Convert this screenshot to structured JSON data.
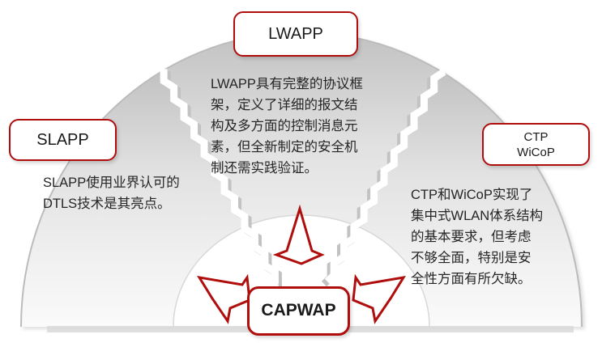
{
  "diagram": {
    "accent_color": "#B00D0D",
    "segment_gray_top": "#c2c2c2",
    "segment_gray_bottom": "#fafafa",
    "lwapp": {
      "label": "LWAPP",
      "desc_lines": [
        "LWAPP具有完整的协议框",
        "架，定义了详细的报文结",
        "构及多方面的控制消息元",
        "素，但全新制定的安全机",
        "制还需实践验证。"
      ]
    },
    "slapp": {
      "label": "SLAPP",
      "desc_lines": [
        "SLAPP使用业界认可的",
        "DTLS技术是其亮点。"
      ]
    },
    "ctp_wicop": {
      "label_lines": [
        "CTP",
        "WiCoP"
      ],
      "desc_lines": [
        "CTP和WiCoP实现了",
        "集中式WLAN体系结构",
        "的基本要求，但考虑",
        "不够全面，特别是安",
        "全性方面有所欠缺。"
      ]
    },
    "capwap": {
      "label": "CAPWAP"
    },
    "icons": [
      "down-arrow-icon",
      "left-arrow-icon",
      "right-arrow-icon"
    ]
  }
}
